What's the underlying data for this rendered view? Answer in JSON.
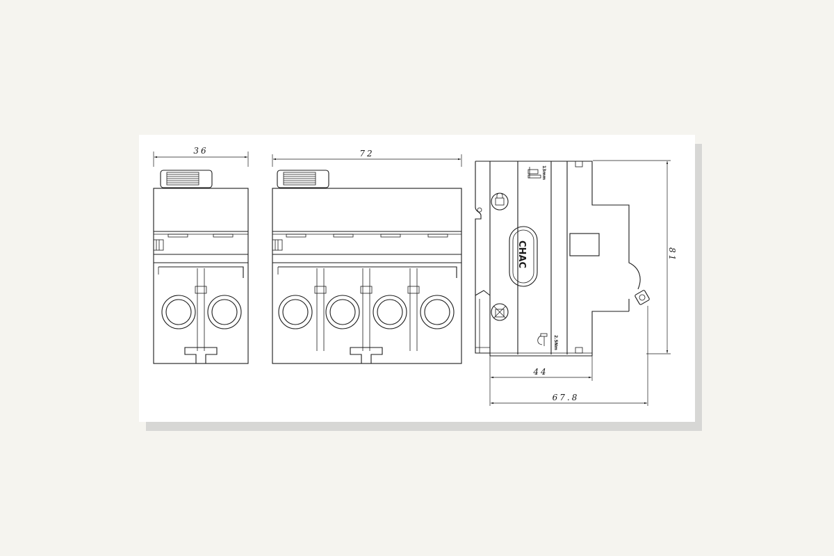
{
  "dimensions": {
    "width_2pole": "36",
    "width_4pole": "72",
    "height": "81",
    "depth_front": "44",
    "depth_total": "67.8"
  },
  "labels": {
    "logo": "CHAC",
    "torque": "2.5Nm",
    "strip_length": "13mm"
  },
  "icons": [
    "screwdriver-icon",
    "no-disposal-icon",
    "lock-icon"
  ],
  "colors": {
    "line": "#1a1a1a",
    "background": "#f5f4ef",
    "card": "#ffffff"
  }
}
